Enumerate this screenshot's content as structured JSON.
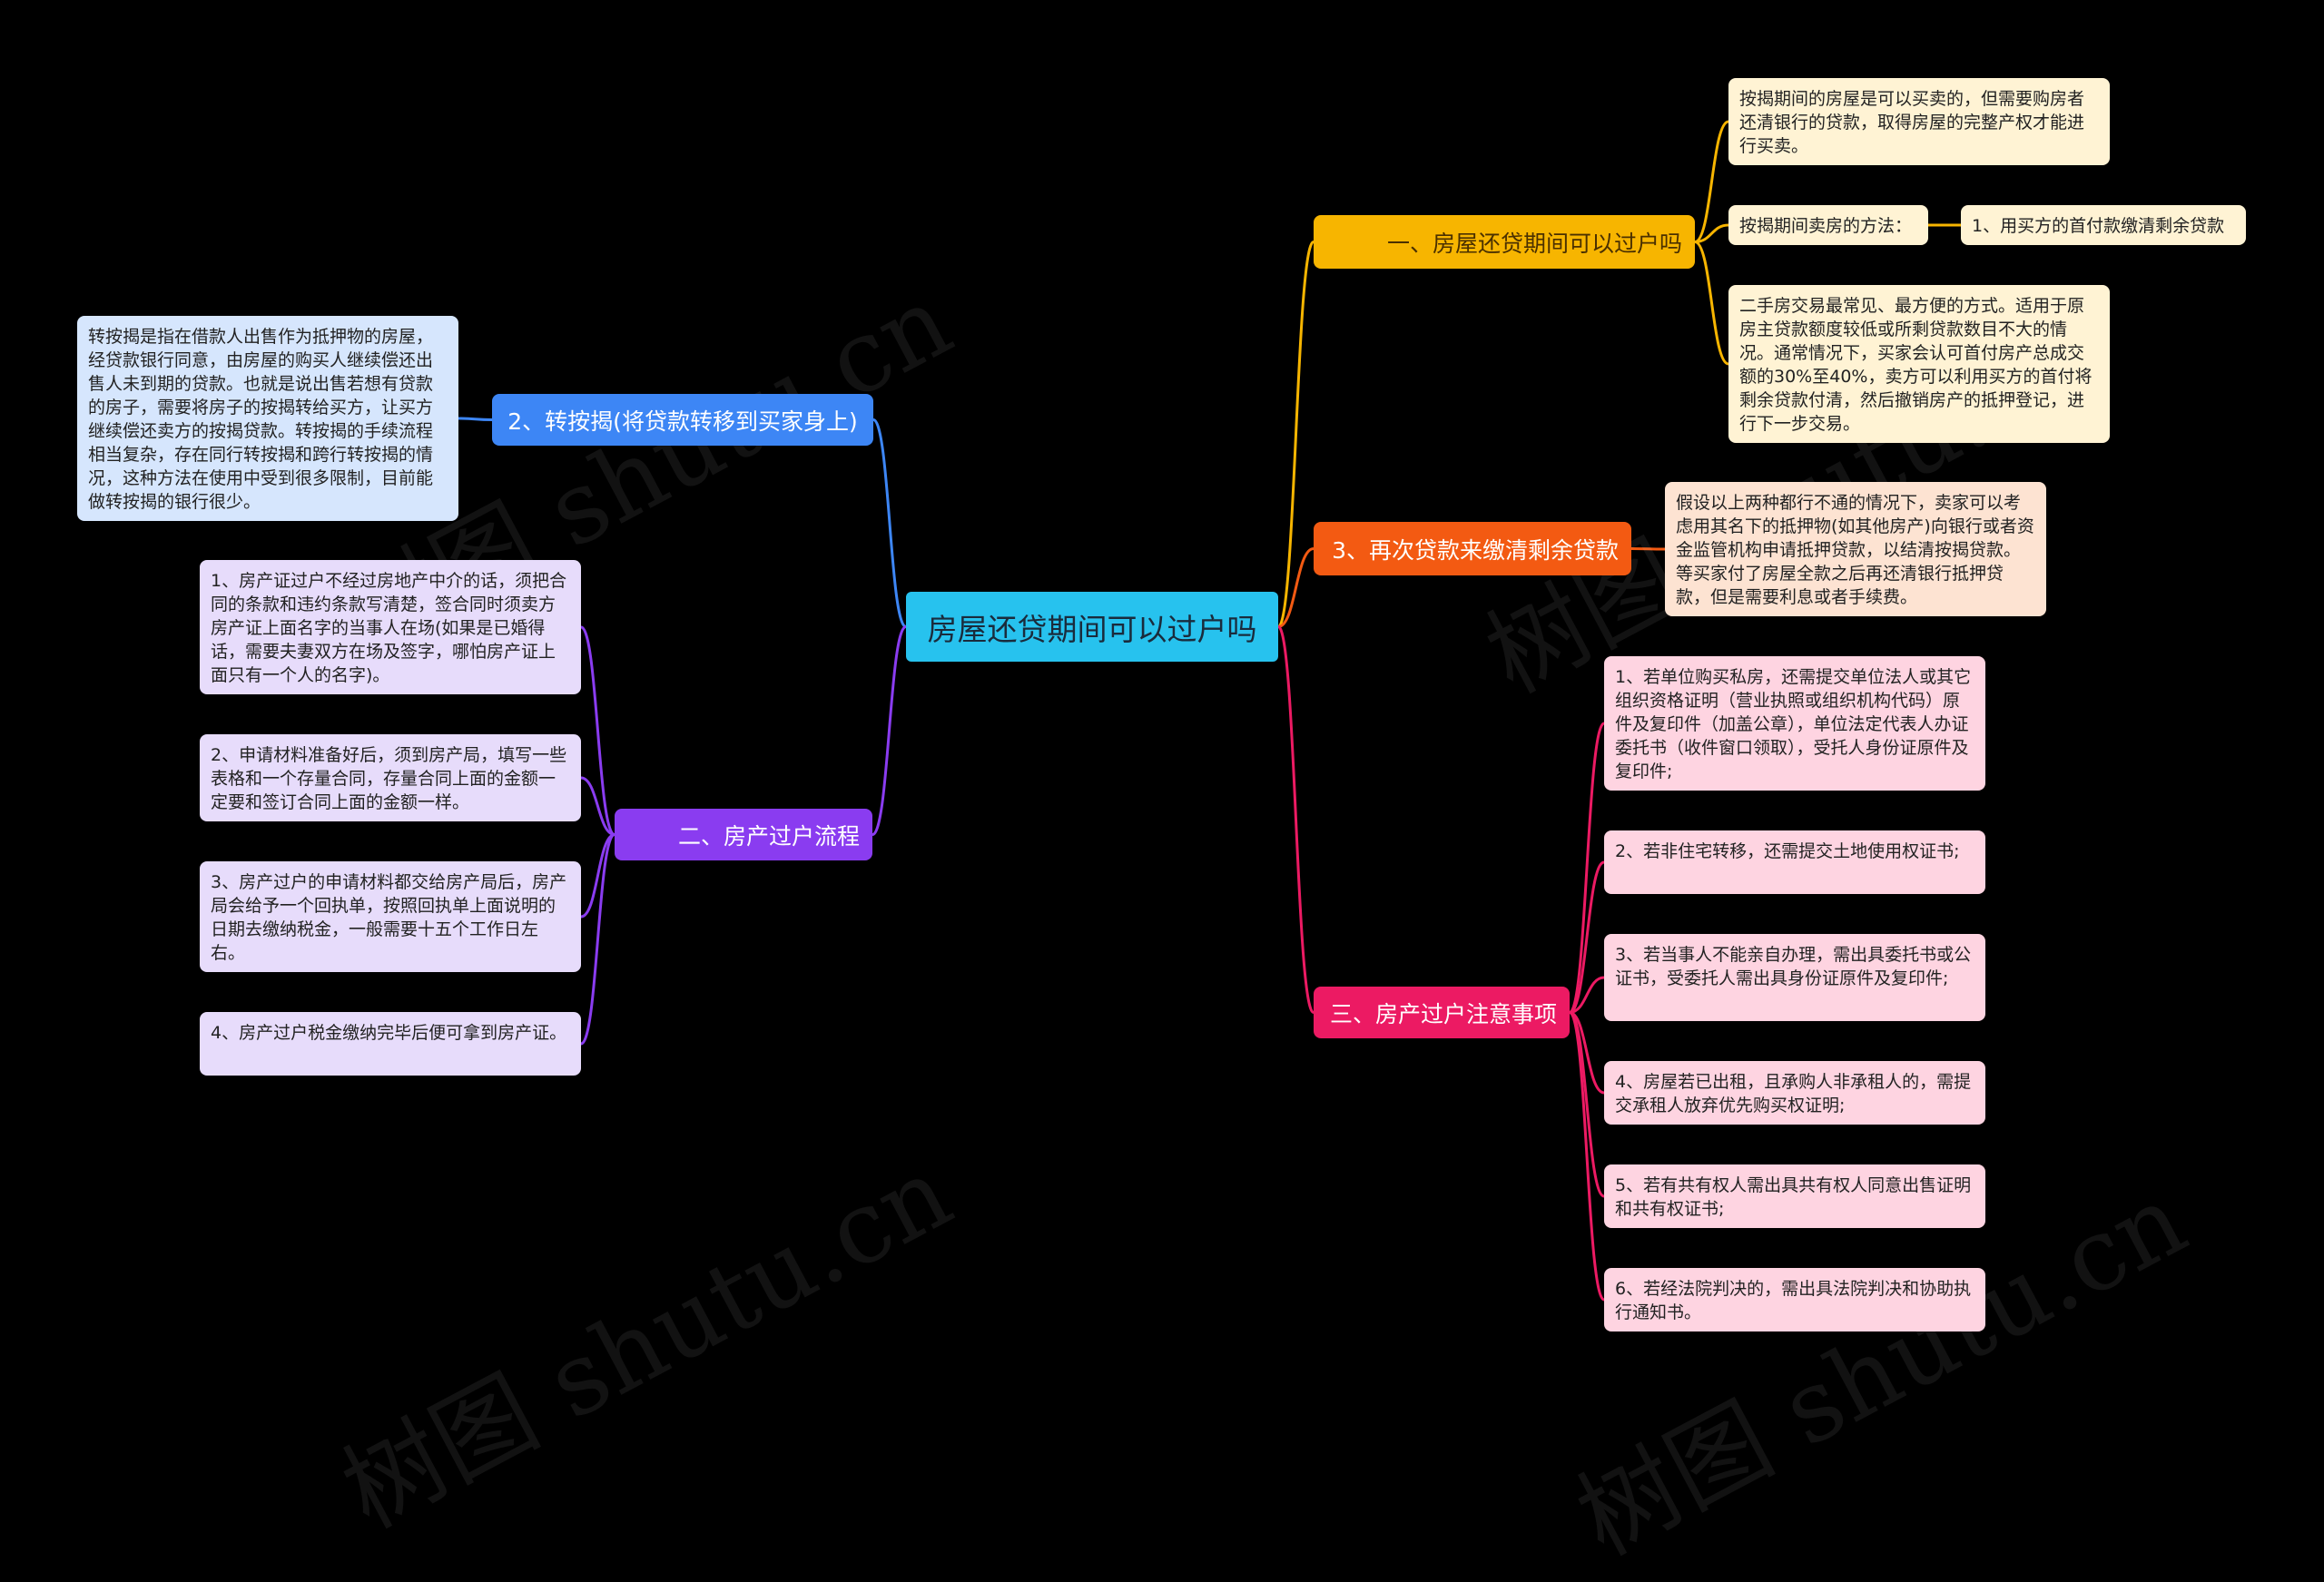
{
  "root": "房屋还贷期间可以过户吗",
  "branches": {
    "b1": {
      "label": "一、房屋还贷期间可以过户吗",
      "notes": {
        "n1": "按揭期间的房屋是可以买卖的，但需要购房者还清银行的贷款，取得房屋的完整产权才能进行买卖。",
        "n2": "按揭期间卖房的方法：",
        "n2_child": "1、用买方的首付款缴清剩余贷款",
        "n3": "二手房交易最常见、最方便的方式。适用于原房主贷款额度较低或所剩贷款数目不大的情况。通常情况下，买家会认可首付房产总成交额的30%至40%，卖方可以利用买方的首付将剩余贷款付清，然后撤销房产的抵押登记，进行下一步交易。"
      }
    },
    "b2": {
      "label": "3、再次贷款来缴清剩余贷款",
      "note": "假设以上两种都行不通的情况下，卖家可以考虑用其名下的抵押物(如其他房产)向银行或者资金监管机构申请抵押贷款，以结清按揭贷款。等买家付了房屋全款之后再还清银行抵押贷款，但是需要利息或者手续费。"
    },
    "b3": {
      "label": "三、房产过户注意事项",
      "items": [
        "1、若单位购买私房，还需提交单位法人或其它组织资格证明（营业执照或组织机构代码）原件及复印件（加盖公章），单位法定代表人办证委托书（收件窗口领取），受托人身份证原件及复印件;",
        "2、若非住宅转移，还需提交土地使用权证书;",
        "3、若当事人不能亲自办理，需出具委托书或公证书，受委托人需出具身份证原件及复印件;",
        "4、房屋若已出租，且承购人非承租人的，需提交承租人放弃优先购买权证明;",
        "5、若有共有权人需出具共有权人同意出售证明和共有权证书;",
        "6、若经法院判决的，需出具法院判决和协助执行通知书。"
      ]
    },
    "b4": {
      "label": "2、转按揭(将贷款转移到买家身上)",
      "note": "转按揭是指在借款人出售作为抵押物的房屋，经贷款银行同意，由房屋的购买人继续偿还出售人未到期的贷款。也就是说出售若想有贷款的房子，需要将房子的按揭转给买方，让买方继续偿还卖方的按揭贷款。转按揭的手续流程相当复杂，存在同行转按揭和跨行转按揭的情况，这种方法在使用中受到很多限制，目前能做转按揭的银行很少。"
    },
    "b5": {
      "label": "二、房产过户流程",
      "items": [
        "1、房产证过户不经过房地产中介的话，须把合同的条款和违约条款写清楚，签合同时须卖方房产证上面名字的当事人在场(如果是已婚得话，需要夫妻双方在场及签字，哪怕房产证上面只有一个人的名字)。",
        "2、申请材料准备好后，须到房产局，填写一些表格和一个存量合同，存量合同上面的金额一定要和签订合同上面的金额一样。",
        "3、房产过户的申请材料都交给房产局后，房产局会给予一个回执单，按照回执单上面说明的日期去缴纳税金，一般需要十五个工作日左右。",
        "4、房产过户税金缴纳完毕后便可拿到房产证。"
      ]
    }
  },
  "colors": {
    "root": "#27c2ee",
    "b1": "#f7b500",
    "b1_leaf": "#fff3d4",
    "b2": "#f35a12",
    "b2_leaf": "#fde3d2",
    "b3": "#ec1a63",
    "b3_leaf": "#fed4e1",
    "b4": "#3d86f5",
    "b4_leaf": "#d6e6fd",
    "b5": "#8a3cf0",
    "b5_leaf": "#e7dcfb"
  },
  "watermark": "树图 shutu.cn"
}
